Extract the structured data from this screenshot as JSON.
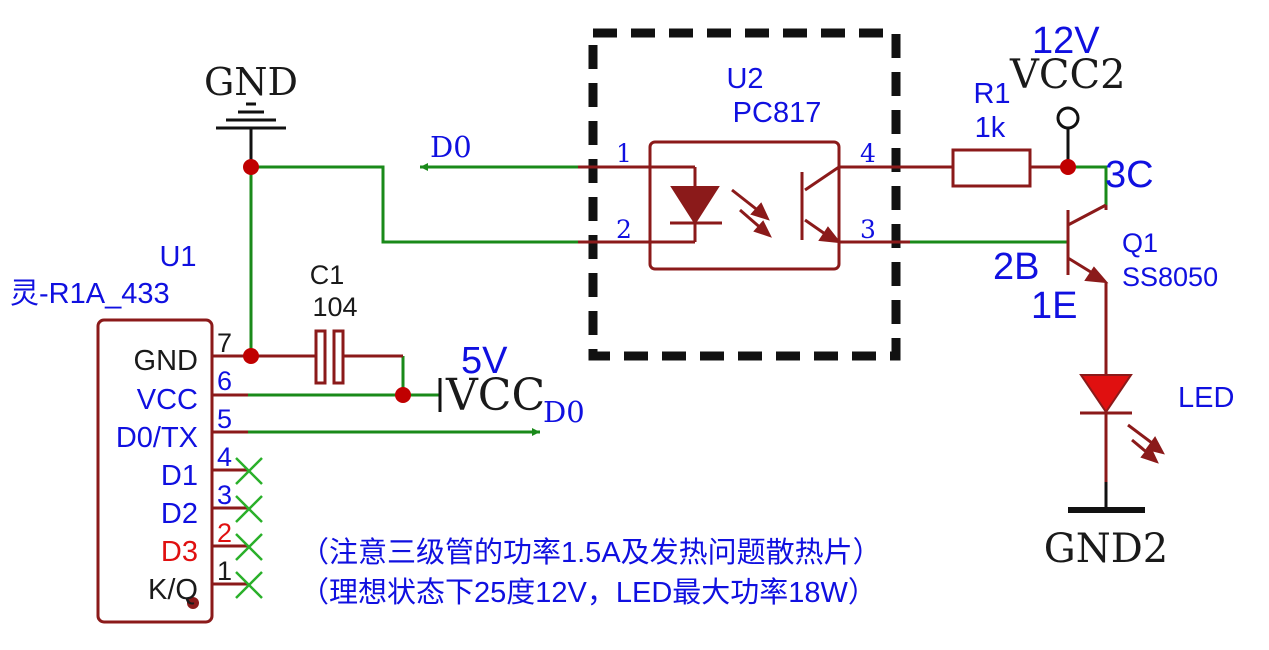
{
  "colors": {
    "wire": "#1a8a1a",
    "component": "#8b1a1a",
    "label_blue": "#1010e0",
    "label_red": "#e01010",
    "junction": "#c00000",
    "no_connect": "#2ab02a"
  },
  "gnd_top": {
    "label": "GND"
  },
  "u1": {
    "designator": "U1",
    "part": "灵-R1A_433",
    "pins": [
      {
        "name": "GND",
        "number": "7"
      },
      {
        "name": "VCC",
        "number": "6"
      },
      {
        "name": "D0/TX",
        "number": "5"
      },
      {
        "name": "D1",
        "number": "4"
      },
      {
        "name": "D2",
        "number": "3"
      },
      {
        "name": "D3",
        "number": "2"
      },
      {
        "name": "K/Q",
        "number": "1"
      }
    ]
  },
  "c1": {
    "designator": "C1",
    "value": "104"
  },
  "vcc": {
    "label": "VCC",
    "voltage": "5V"
  },
  "net_d0_top": "D0",
  "net_d0_mid": "D0",
  "u2": {
    "designator": "U2",
    "part": "PC817",
    "pin1": "1",
    "pin2": "2",
    "pin3": "3",
    "pin4": "4"
  },
  "r1": {
    "designator": "R1",
    "value": "1k"
  },
  "vcc2": {
    "label": "VCC2",
    "voltage": "12V"
  },
  "q1": {
    "designator": "Q1",
    "part": "SS8050",
    "collector": "3C",
    "base": "2B",
    "emitter": "1E"
  },
  "led": {
    "label": "LED"
  },
  "gnd2": {
    "label": "GND2"
  },
  "notes": [
    "（注意三级管的功率1.5A及发热问题散热片）",
    "（理想状态下25度12V，LED最大功率18W）"
  ]
}
